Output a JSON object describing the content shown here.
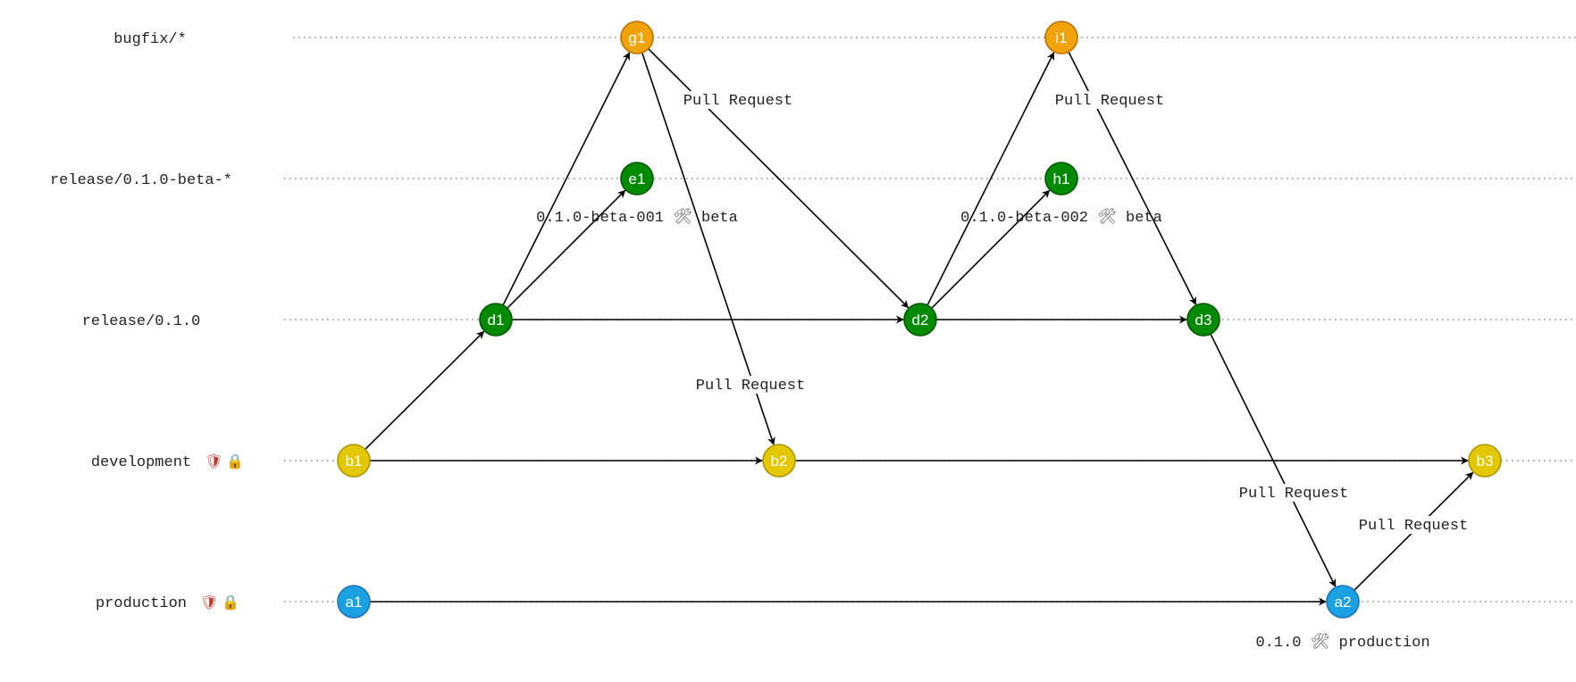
{
  "lanes": [
    {
      "id": "bugfix",
      "label": "bugfix/*",
      "icons": []
    },
    {
      "id": "beta",
      "label": "release/0.1.0-beta-*",
      "icons": []
    },
    {
      "id": "release",
      "label": "release/0.1.0",
      "icons": []
    },
    {
      "id": "development",
      "label": "development",
      "icons": [
        "shield-icon",
        "lock-icon"
      ]
    },
    {
      "id": "production",
      "label": "production",
      "icons": [
        "shield-icon",
        "lock-icon"
      ]
    }
  ],
  "colors": {
    "bugfix": "#f0a30a",
    "beta": "#008a00",
    "release": "#008a00",
    "development": "#e3c800",
    "production": "#1ba1e2",
    "edge": "#000000",
    "lane_line": "#888888"
  },
  "nodes": [
    {
      "id": "a1",
      "label": "a1",
      "lane": "production"
    },
    {
      "id": "a2",
      "label": "a2",
      "lane": "production"
    },
    {
      "id": "b1",
      "label": "b1",
      "lane": "development"
    },
    {
      "id": "b2",
      "label": "b2",
      "lane": "development"
    },
    {
      "id": "b3",
      "label": "b3",
      "lane": "development"
    },
    {
      "id": "d1",
      "label": "d1",
      "lane": "release"
    },
    {
      "id": "d2",
      "label": "d2",
      "lane": "release"
    },
    {
      "id": "d3",
      "label": "d3",
      "lane": "release"
    },
    {
      "id": "e1",
      "label": "e1",
      "lane": "beta"
    },
    {
      "id": "h1",
      "label": "h1",
      "lane": "beta"
    },
    {
      "id": "g1",
      "label": "g1",
      "lane": "bugfix"
    },
    {
      "id": "i1",
      "label": "i1",
      "lane": "bugfix"
    }
  ],
  "edges": [
    {
      "from": "a1",
      "to": "a2",
      "label": ""
    },
    {
      "from": "b1",
      "to": "b2",
      "label": ""
    },
    {
      "from": "b2",
      "to": "b3",
      "label": ""
    },
    {
      "from": "b1",
      "to": "d1",
      "label": ""
    },
    {
      "from": "d1",
      "to": "d2",
      "label": ""
    },
    {
      "from": "d2",
      "to": "d3",
      "label": ""
    },
    {
      "from": "d1",
      "to": "e1",
      "label": ""
    },
    {
      "from": "d1",
      "to": "g1",
      "label": ""
    },
    {
      "from": "g1",
      "to": "d2",
      "label": "Pull Request"
    },
    {
      "from": "g1",
      "to": "b2",
      "label": "Pull Request"
    },
    {
      "from": "d2",
      "to": "h1",
      "label": ""
    },
    {
      "from": "d2",
      "to": "i1",
      "label": ""
    },
    {
      "from": "i1",
      "to": "d3",
      "label": "Pull Request"
    },
    {
      "from": "d3",
      "to": "a2",
      "label": "Pull Request"
    },
    {
      "from": "a2",
      "to": "b3",
      "label": "Pull Request"
    }
  ],
  "tags": [
    {
      "node": "e1",
      "version": "0.1.0-beta-001",
      "icon": "tools-icon",
      "env": "beta"
    },
    {
      "node": "h1",
      "version": "0.1.0-beta-002",
      "icon": "tools-icon",
      "env": "beta"
    },
    {
      "node": "a2",
      "version": "0.1.0",
      "icon": "tools-icon",
      "env": "production"
    }
  ]
}
